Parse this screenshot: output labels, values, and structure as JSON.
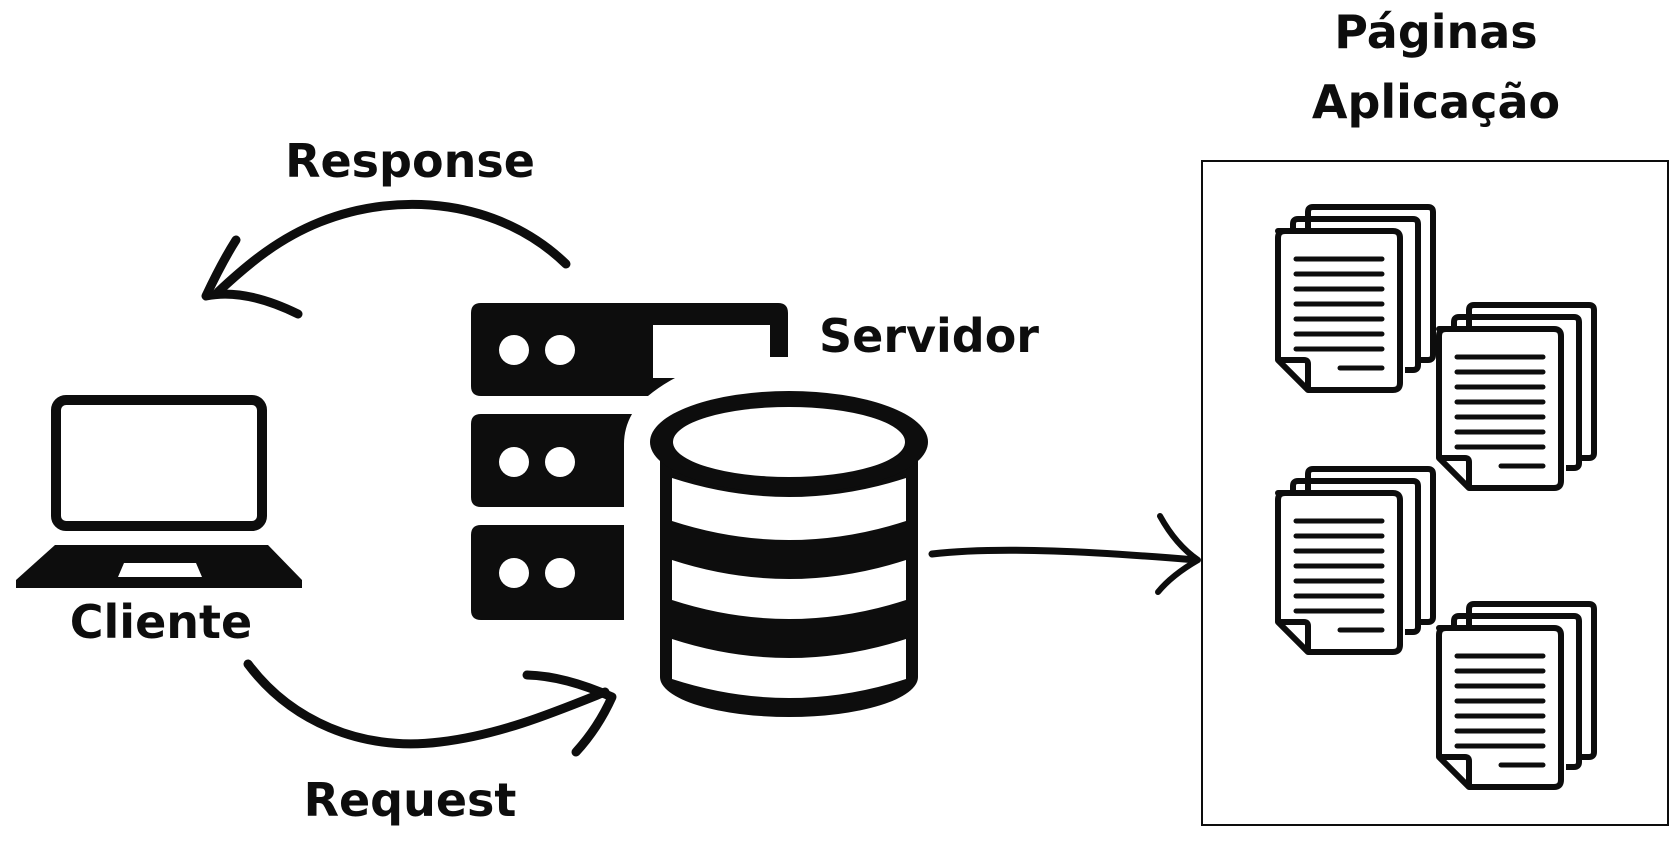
{
  "labels": {
    "response": "Response",
    "request": "Request",
    "cliente": "Cliente",
    "servidor": "Servidor",
    "paginas_line1": "Páginas",
    "paginas_line2": "Aplicação"
  },
  "colors": {
    "ink": "#0d0d0d",
    "background": "#ffffff"
  },
  "icons": {
    "client": "laptop-icon",
    "server_rack": "server-rack-icon",
    "database": "database-icon",
    "pages": "document-stack-icon"
  }
}
